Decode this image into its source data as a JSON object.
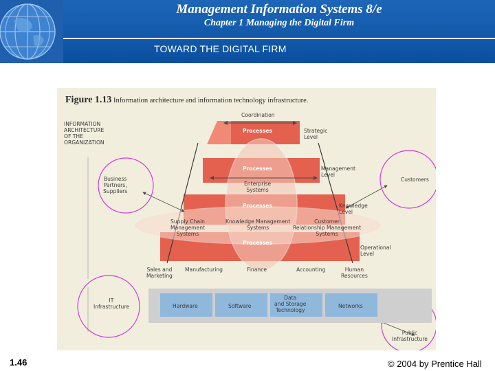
{
  "header": {
    "title": "Management Information Systems 8/e",
    "subtitle": "Chapter 1 Managing the Digital Firm",
    "section_title": "TOWARD THE DIGITAL FIRM"
  },
  "figure": {
    "number": "Figure 1.13",
    "caption": "Information architecture and information technology infrastructure.",
    "architecture_label": [
      "INFORMATION",
      "ARCHITECTURE",
      "OF THE",
      "ORGANIZATION"
    ],
    "coordination": "Coordination",
    "processes_label": "Processes",
    "strategic_level": [
      "Strategic",
      "Level"
    ],
    "management_level": [
      "Management",
      "Level"
    ],
    "knowledge_level": [
      "Knowledge",
      "Level"
    ],
    "operational_level": [
      "Operational",
      "Level"
    ],
    "enterprise_systems": [
      "Enterprise",
      "Systems"
    ],
    "supply_chain": [
      "Supply Chain",
      "Management",
      "Systems"
    ],
    "knowledge_management": [
      "Knowledge Management",
      "Systems"
    ],
    "customer_relationship": [
      "Customer",
      "Relationship Management",
      "Systems"
    ],
    "business_partners": [
      "Business",
      "Partners,",
      "Suppliers"
    ],
    "customers": "Customers",
    "functions": {
      "sales": [
        "Sales and",
        "Marketing"
      ],
      "manufacturing": "Manufacturing",
      "finance": "Finance",
      "accounting": "Accounting",
      "hr": [
        "Human",
        "Resources"
      ]
    },
    "it_infrastructure": [
      "IT",
      "Infrastructure"
    ],
    "it_components": {
      "hardware": "Hardware",
      "software": "Software",
      "data": [
        "Data",
        "and Storage",
        "Technology"
      ],
      "networks": "Networks"
    },
    "public_infrastructure": [
      "Public",
      "Infrastructure"
    ]
  },
  "footer": {
    "slide_number": "1.46",
    "copyright": "© 2004 by Prentice Hall"
  },
  "colors": {
    "header_blue": "#0b4f9f",
    "level_red": "#e4614f",
    "it_blue": "#8fb8dc",
    "circle_magenta": "#d43ad6",
    "figure_bg": "#f2eedd"
  }
}
